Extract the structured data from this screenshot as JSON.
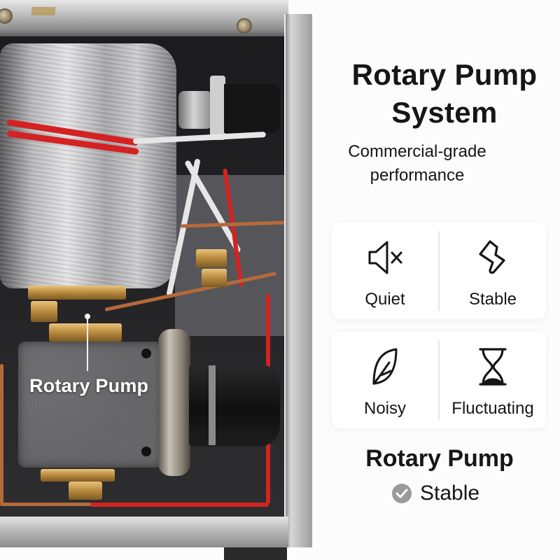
{
  "photo": {
    "callout_label": "Rotary Pump"
  },
  "header": {
    "title_line1": "Rotary Pump",
    "title_line2": "System",
    "subtitle_line1": "Commercial-grade",
    "subtitle_line2": "performance"
  },
  "feature_cards": [
    {
      "items": [
        {
          "icon": "speaker-mute-icon",
          "label": "Quiet"
        },
        {
          "icon": "lightning-bolt-icon",
          "label": "Stable"
        }
      ]
    },
    {
      "items": [
        {
          "icon": "feather-leaf-icon",
          "label": "Noisy"
        },
        {
          "icon": "hourglass-icon",
          "label": "Fluctuating"
        }
      ]
    }
  ],
  "summary": {
    "title": "Rotary Pump",
    "status_icon": "check-circle-icon",
    "status_text": "Stable"
  },
  "colors": {
    "background": "#fcfcfc",
    "card_bg": "#ffffff",
    "text": "#161616",
    "check_gray": "#9a9a9a",
    "wire_red": "#d42222"
  }
}
